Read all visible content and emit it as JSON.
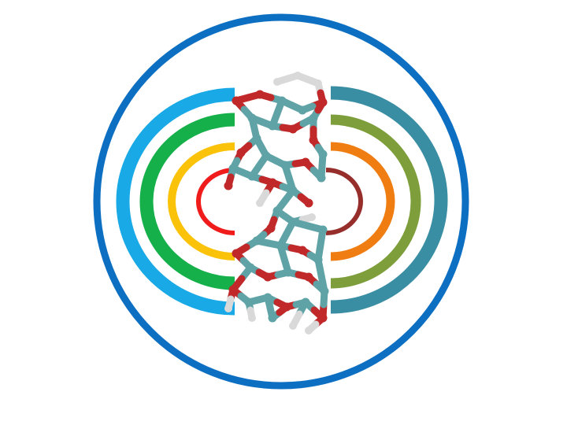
{
  "figure": {
    "background": "#ffffff",
    "outer_ring_color": "#0d6fc2",
    "left_arcs": [
      {
        "name": "left-arc-outer",
        "color": "#19a9e6"
      },
      {
        "name": "left-arc-second",
        "color": "#15b04a"
      },
      {
        "name": "left-arc-third",
        "color": "#fbc20a"
      },
      {
        "name": "left-arc-inner",
        "color": "#f01b1b"
      }
    ],
    "right_arcs": [
      {
        "name": "right-arc-outer",
        "color": "#3a8ea4"
      },
      {
        "name": "right-arc-second",
        "color": "#7d9e3b"
      },
      {
        "name": "right-arc-third",
        "color": "#ef7d12"
      },
      {
        "name": "right-arc-inner",
        "color": "#962f2b"
      }
    ],
    "molecule": {
      "name": "molecule-model",
      "carbon_color": "#5fa3a6",
      "oxygen_color": "#c0282a",
      "hydrogen_color": "#d9d9d9"
    }
  }
}
